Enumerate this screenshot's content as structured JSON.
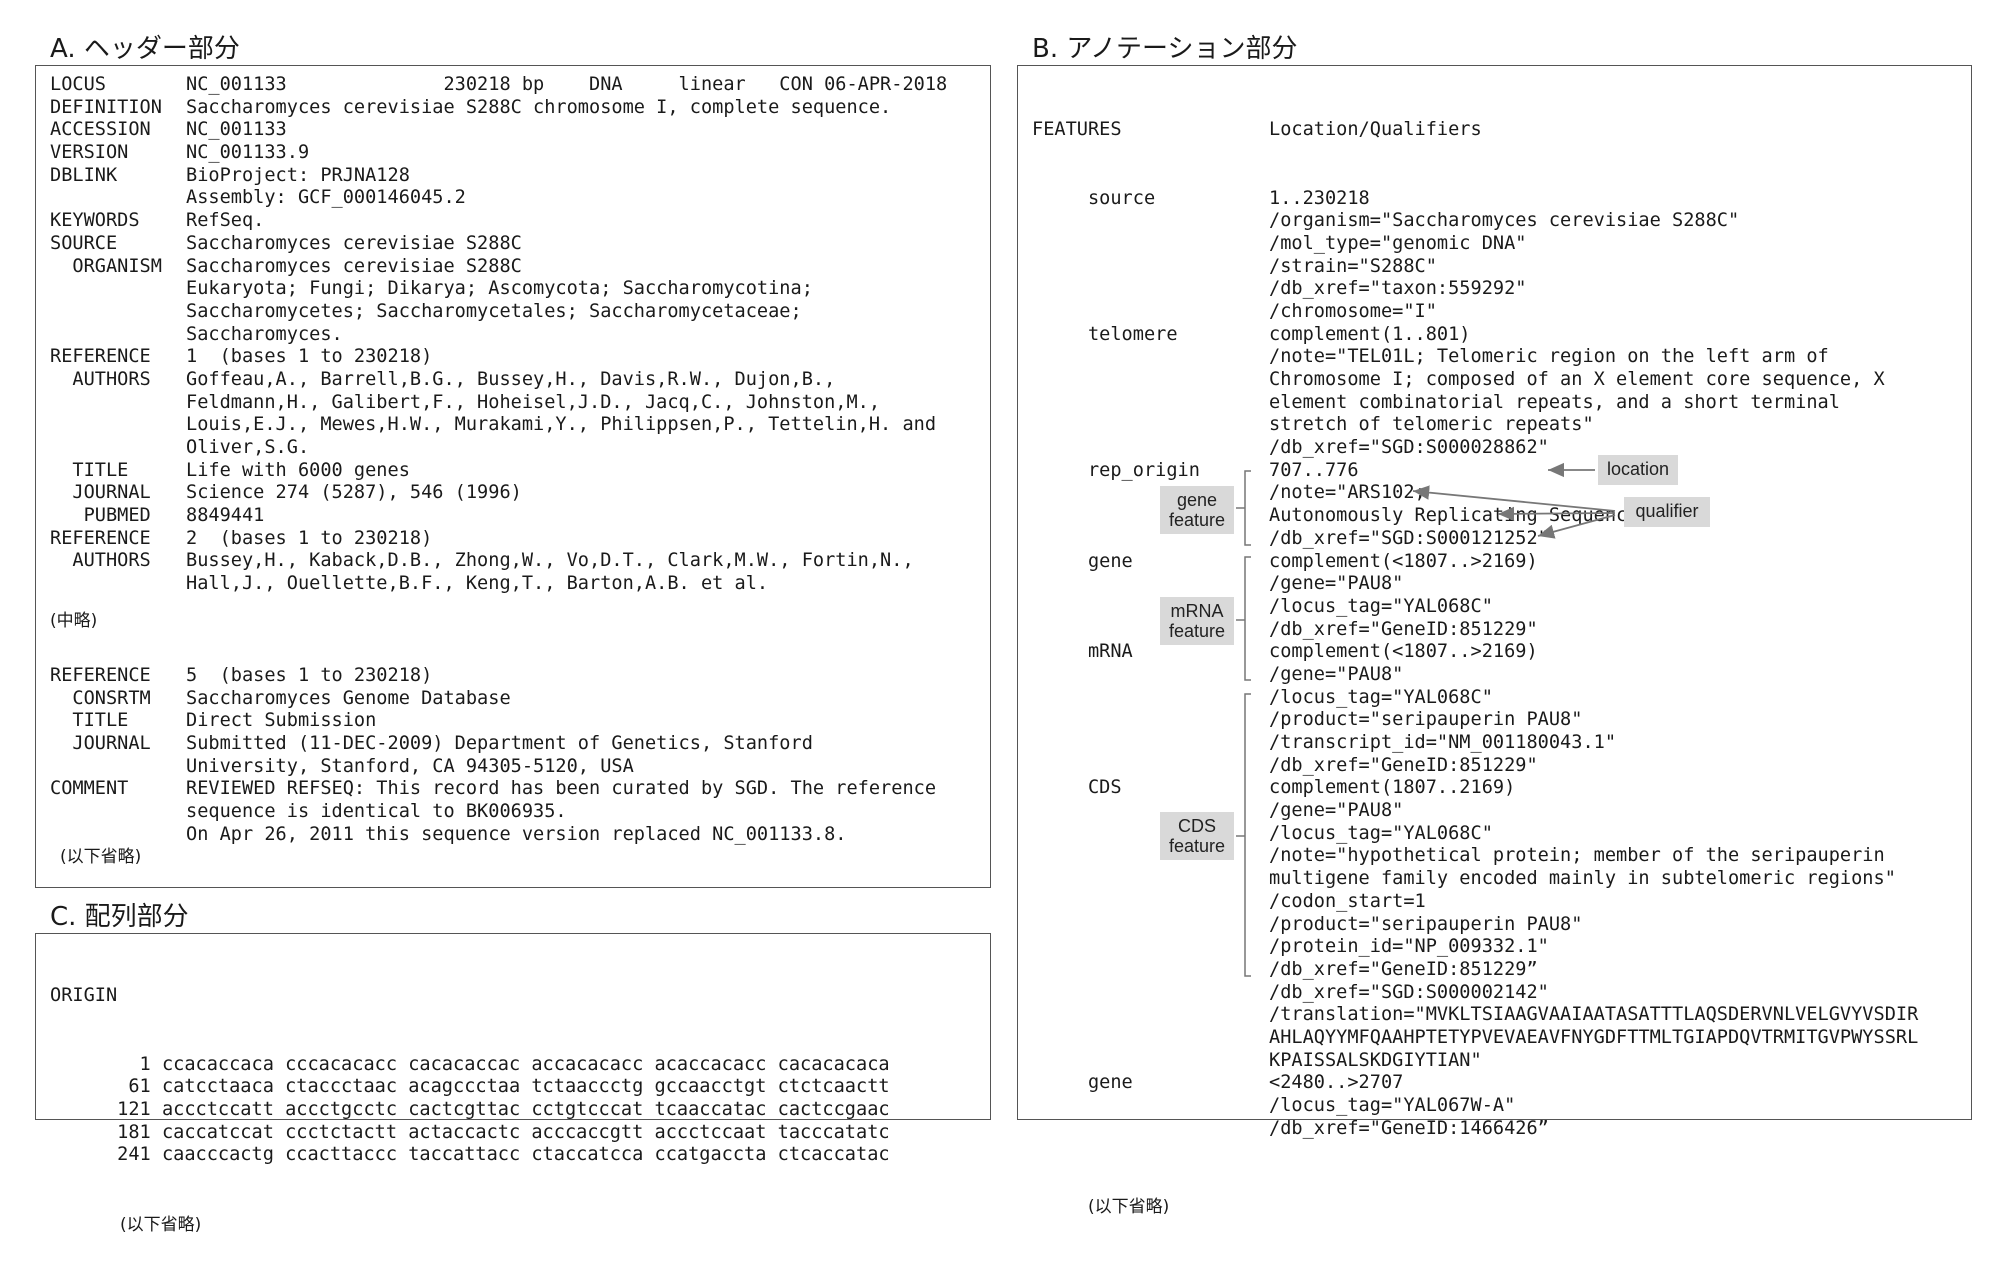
{
  "header": {
    "title": "A. ヘッダー部分",
    "rows": [
      {
        "k": "LOCUS",
        "v": "NC_001133              230218 bp    DNA     linear   CON 06-APR-2018"
      },
      {
        "k": "DEFINITION",
        "v": "Saccharomyces cerevisiae S288C chromosome I, complete sequence."
      },
      {
        "k": "ACCESSION",
        "v": "NC_001133"
      },
      {
        "k": "VERSION",
        "v": "NC_001133.9"
      },
      {
        "k": "DBLINK",
        "v": "BioProject: PRJNA128"
      },
      {
        "k": "",
        "v": "Assembly: GCF_000146045.2"
      },
      {
        "k": "KEYWORDS",
        "v": "RefSeq."
      },
      {
        "k": "SOURCE",
        "v": "Saccharomyces cerevisiae S288C"
      },
      {
        "k": "  ORGANISM",
        "v": "Saccharomyces cerevisiae S288C"
      },
      {
        "k": "",
        "v": "Eukaryota; Fungi; Dikarya; Ascomycota; Saccharomycotina;"
      },
      {
        "k": "",
        "v": "Saccharomycetes; Saccharomycetales; Saccharomycetaceae;"
      },
      {
        "k": "",
        "v": "Saccharomyces."
      },
      {
        "k": "REFERENCE",
        "v": "1  (bases 1 to 230218)"
      },
      {
        "k": "  AUTHORS",
        "v": "Goffeau,A., Barrell,B.G., Bussey,H., Davis,R.W., Dujon,B.,"
      },
      {
        "k": "",
        "v": "Feldmann,H., Galibert,F., Hoheisel,J.D., Jacq,C., Johnston,M.,"
      },
      {
        "k": "",
        "v": "Louis,E.J., Mewes,H.W., Murakami,Y., Philippsen,P., Tettelin,H. and"
      },
      {
        "k": "",
        "v": "Oliver,S.G."
      },
      {
        "k": "  TITLE",
        "v": "Life with 6000 genes"
      },
      {
        "k": "  JOURNAL",
        "v": "Science 274 (5287), 546 (1996)"
      },
      {
        "k": "   PUBMED",
        "v": "8849441"
      },
      {
        "k": "REFERENCE",
        "v": "2  (bases 1 to 230218)"
      },
      {
        "k": "  AUTHORS",
        "v": "Bussey,H., Kaback,D.B., Zhong,W., Vo,D.T., Clark,M.W., Fortin,N.,"
      },
      {
        "k": "",
        "v": "Hall,J., Ouellette,B.F., Keng,T., Barton,A.B. et al."
      }
    ],
    "omitted_mid": "(中略)",
    "rows2": [
      {
        "k": "REFERENCE",
        "v": "5  (bases 1 to 230218)"
      },
      {
        "k": "  CONSRTM",
        "v": "Saccharomyces Genome Database"
      },
      {
        "k": "  TITLE",
        "v": "Direct Submission"
      },
      {
        "k": "  JOURNAL",
        "v": "Submitted (11-DEC-2009) Department of Genetics, Stanford"
      },
      {
        "k": "",
        "v": "University, Stanford, CA 94305-5120, USA"
      },
      {
        "k": "COMMENT",
        "v": "REVIEWED REFSEQ: This record has been curated by SGD. The reference"
      },
      {
        "k": "",
        "v": "sequence is identical to BK006935."
      },
      {
        "k": "",
        "v": "On Apr 26, 2011 this sequence version replaced NC_001133.8."
      }
    ],
    "omitted_end": "(以下省略)"
  },
  "sequence": {
    "title": "C. 配列部分",
    "origin": "ORIGIN",
    "lines": [
      "        1 ccacaccaca cccacacacc cacacaccac accacacacc acaccacacc cacacacaca",
      "       61 catcctaaca ctaccctaac acagccctaa tctaaccctg gccaacctgt ctctcaactt",
      "      121 accctccatt accctgcctc cactcgttac cctgtcccat tcaaccatac cactccgaac",
      "      181 caccatccat ccctctactt actaccactc acccaccgtt accctccaat tacccatatc",
      "      241 caacccactg ccacttaccc taccattacc ctaccatcca ccatgaccta ctcaccatac"
    ],
    "omitted_end": "(以下省略)"
  },
  "features": {
    "title": "B. アノテーション部分",
    "header_key": "FEATURES",
    "header_val": "Location/Qualifiers",
    "rows": [
      {
        "k": "     source",
        "v": "1..230218"
      },
      {
        "k": "",
        "v": "/organism=\"Saccharomyces cerevisiae S288C\""
      },
      {
        "k": "",
        "v": "/mol_type=\"genomic DNA\""
      },
      {
        "k": "",
        "v": "/strain=\"S288C\""
      },
      {
        "k": "",
        "v": "/db_xref=\"taxon:559292\""
      },
      {
        "k": "",
        "v": "/chromosome=\"I\""
      },
      {
        "k": "     telomere",
        "v": "complement(1..801)"
      },
      {
        "k": "",
        "v": "/note=\"TEL01L; Telomeric region on the left arm of"
      },
      {
        "k": "",
        "v": "Chromosome I; composed of an X element core sequence, X"
      },
      {
        "k": "",
        "v": "element combinatorial repeats, and a short terminal"
      },
      {
        "k": "",
        "v": "stretch of telomeric repeats\""
      },
      {
        "k": "",
        "v": "/db_xref=\"SGD:S000028862\""
      },
      {
        "k": "     rep_origin",
        "v": "707..776"
      },
      {
        "k": "",
        "v": "/note=\"ARS102;"
      },
      {
        "k": "",
        "v": "Autonomously Replicating Sequence\""
      },
      {
        "k": "",
        "v": "/db_xref=\"SGD:S000121252\""
      },
      {
        "k": "     gene",
        "v": "complement(<1807..>2169)"
      },
      {
        "k": "",
        "v": "/gene=\"PAU8\""
      },
      {
        "k": "",
        "v": "/locus_tag=\"YAL068C\""
      },
      {
        "k": "",
        "v": "/db_xref=\"GeneID:851229\""
      },
      {
        "k": "     mRNA",
        "v": "complement(<1807..>2169)"
      },
      {
        "k": "",
        "v": "/gene=\"PAU8\""
      },
      {
        "k": "",
        "v": "/locus_tag=\"YAL068C\""
      },
      {
        "k": "",
        "v": "/product=\"seripauperin PAU8\""
      },
      {
        "k": "",
        "v": "/transcript_id=\"NM_001180043.1\""
      },
      {
        "k": "",
        "v": "/db_xref=\"GeneID:851229\""
      },
      {
        "k": "     CDS",
        "v": "complement(1807..2169)"
      },
      {
        "k": "",
        "v": "/gene=\"PAU8\""
      },
      {
        "k": "",
        "v": "/locus_tag=\"YAL068C\""
      },
      {
        "k": "",
        "v": "/note=\"hypothetical protein; member of the seripauperin"
      },
      {
        "k": "",
        "v": "multigene family encoded mainly in subtelomeric regions\""
      },
      {
        "k": "",
        "v": "/codon_start=1"
      },
      {
        "k": "",
        "v": "/product=\"seripauperin PAU8\""
      },
      {
        "k": "",
        "v": "/protein_id=\"NP_009332.1\""
      },
      {
        "k": "",
        "v": "/db_xref=\"GeneID:851229”"
      },
      {
        "k": "",
        "v": "/db_xref=\"SGD:S000002142\""
      },
      {
        "k": "",
        "v": "/translation=\"MVKLTSIAAGVAAIAATASATTTLAQSDERVNLVELGVYVSDIR"
      },
      {
        "k": "",
        "v": "AHLAQYYMFQAAHPTETYPVEVAEAVFNYGDFTTMLTGIAPDQVTRMITGVPWYSSRL"
      },
      {
        "k": "",
        "v": "KPAISSALSKDGIYTIAN\""
      },
      {
        "k": "     gene",
        "v": "<2480..>2707"
      },
      {
        "k": "",
        "v": "/locus_tag=\"YAL067W-A\""
      },
      {
        "k": "",
        "v": "/db_xref=\"GeneID:1466426”"
      }
    ],
    "omitted_end": "(以下省略)",
    "annotations": {
      "gene_feature_1": "gene",
      "gene_feature_2": "feature",
      "mrna_feature_1": "mRNA",
      "mrna_feature_2": "feature",
      "cds_feature_1": "CDS",
      "cds_feature_2": "feature",
      "location": "location",
      "qualifier": "qualifier"
    }
  }
}
